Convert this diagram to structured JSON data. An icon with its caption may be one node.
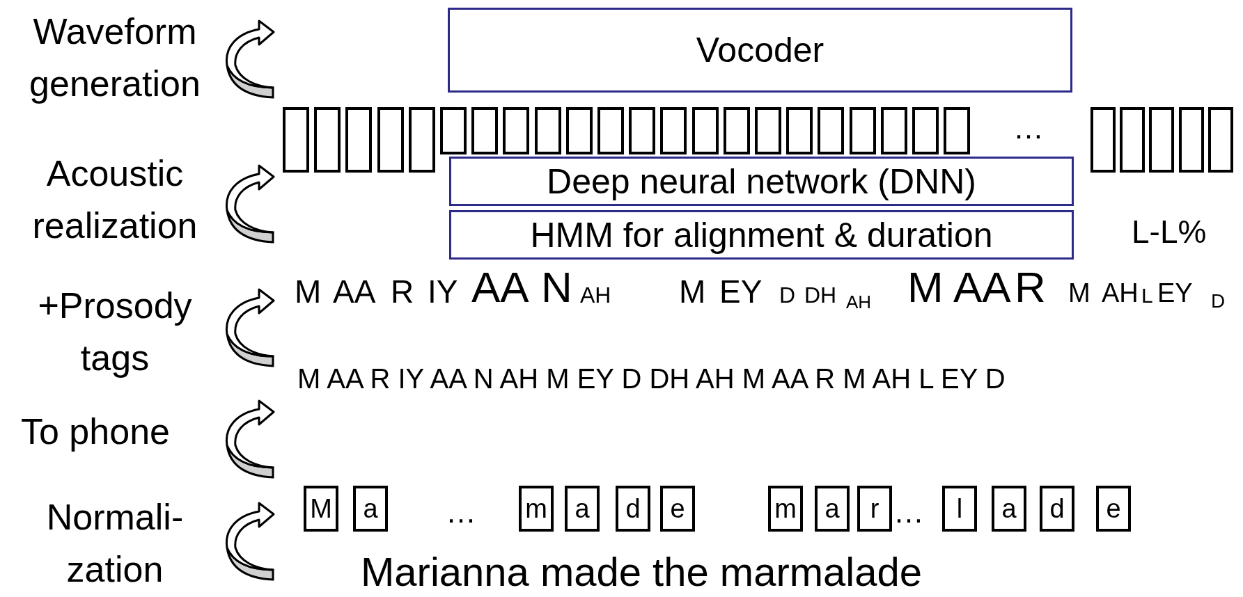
{
  "diagram": {
    "nodes": [
      {
        "text": [
          "Vocoder"
        ]
      },
      {
        "text": [],
        "shape": "box"
      },
      {
        "text": [],
        "shape": "box"
      },
      {
        "text": [],
        "shape": "box"
      },
      {
        "text": [],
        "shape": "box"
      },
      {
        "text": [],
        "shape": "box"
      },
      {
        "text": [],
        "shape": "box"
      },
      {
        "text": [],
        "shape": "box"
      },
      {
        "text": [],
        "shape": "box"
      },
      {
        "text": [],
        "shape": "box"
      },
      {
        "text": [],
        "shape": "box"
      },
      {
        "text": [],
        "shape": "box"
      },
      {
        "text": [],
        "shape": "box"
      },
      {
        "text": [],
        "shape": "box"
      },
      {
        "text": [],
        "shape": "box"
      },
      {
        "text": [],
        "shape": "box"
      },
      {
        "text": [],
        "shape": "box"
      },
      {
        "text": [],
        "shape": "box"
      },
      {
        "text": [],
        "shape": "box"
      },
      {
        "text": [],
        "shape": "box"
      },
      {
        "text": [],
        "shape": "box"
      },
      {
        "text": [],
        "shape": "box"
      },
      {
        "text": [],
        "shape": "box"
      },
      {
        "text": [],
        "shape": "box"
      },
      {
        "text": [],
        "shape": "box"
      },
      {
        "text": [],
        "shape": "box"
      },
      {
        "text": [],
        "shape": "box"
      },
      {
        "text": [],
        "shape": "box"
      },
      {
        "text": [
          "Deep neural network (DNN)"
        ]
      },
      {
        "text": [
          "HMM for alignment & duration"
        ]
      },
      {
        "text": [
          "M"
        ]
      },
      {
        "text": [
          "a"
        ]
      },
      {
        "text": [
          "m"
        ]
      },
      {
        "text": [
          "a"
        ]
      },
      {
        "text": [
          "d"
        ]
      },
      {
        "text": [
          "e"
        ]
      },
      {
        "text": [
          "m"
        ]
      },
      {
        "text": [
          "a"
        ]
      },
      {
        "text": [
          "r"
        ]
      },
      {
        "text": [
          "l"
        ]
      },
      {
        "text": [
          "a"
        ]
      },
      {
        "text": [
          "d"
        ]
      },
      {
        "text": [
          "e"
        ]
      }
    ],
    "edges": [],
    "labels": [
      "Waveform generation",
      "…",
      "Acoustic realization",
      "L-L%",
      "+Prosody tags",
      "M",
      "AA",
      "R",
      "IY",
      "AA",
      "N",
      "AH",
      "M",
      "EY",
      "D",
      "DH",
      "AH",
      "M",
      "AA",
      "R",
      "M",
      "AH",
      "L",
      "EY",
      "D",
      "M AA R IY AA N AH M EY D DH AH M AA R M AH L EY D",
      "To phone",
      "Normali- zation",
      "…",
      "…",
      "Marianna made the marmalade"
    ]
  }
}
